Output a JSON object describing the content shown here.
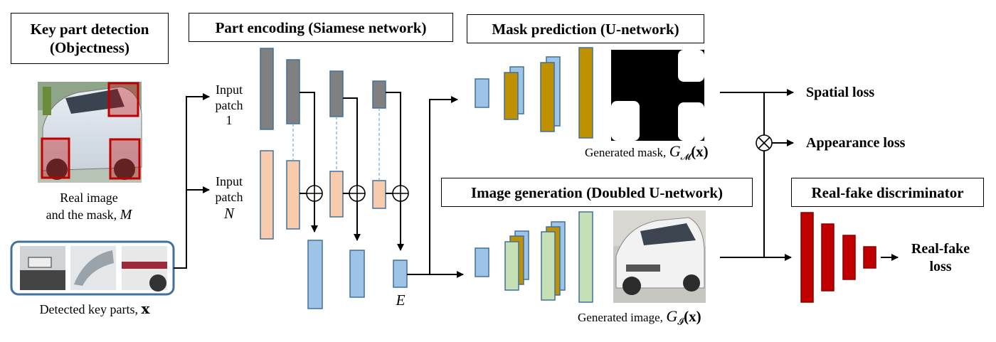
{
  "titles": {
    "key_part_detection": [
      "Key part detection",
      "(Objectness)"
    ],
    "part_encoding": "Part encoding (Siamese network)",
    "mask_prediction": "Mask prediction (U-network)",
    "image_generation": "Image generation (Doubled U-network)",
    "discriminator": "Real-fake discriminator"
  },
  "labels": {
    "real_image_line1": "Real image",
    "real_image_line2": "and the mask,",
    "real_image_symbol": "M",
    "detected_parts_text": "Detected key parts,",
    "detected_parts_symbol": "x",
    "input_patch_1": [
      "Input",
      "patch",
      "1"
    ],
    "input_patch_n": [
      "Input",
      "patch",
      "N"
    ],
    "encoder_output": "E",
    "generated_mask_text": "Generated mask,",
    "generated_mask_symbol": "G",
    "generated_mask_sub": "𝓜",
    "generated_mask_arg": "(x)",
    "generated_image_text": "Generated image,",
    "generated_image_symbol": "G",
    "generated_image_sub": "𝓘",
    "generated_image_arg": "(x)"
  },
  "outputs": {
    "spatial_loss": "Spatial loss",
    "appearance_loss": "Appearance loss",
    "real_fake_loss": [
      "Real-fake",
      "loss"
    ]
  },
  "colors": {
    "encoder_gray": "#808080",
    "encoder_peach": "#f8cbad",
    "decoder_blue": "#9dc3e6",
    "mask_gold": "#bf9000",
    "gen_green": "#c5e0b4",
    "disc_red": "#c00000",
    "parts_frame": "#41719c",
    "key_box": "#c00000"
  },
  "icons": {
    "sum_operator": "circle-plus-icon",
    "product_operator": "circle-times-icon"
  }
}
